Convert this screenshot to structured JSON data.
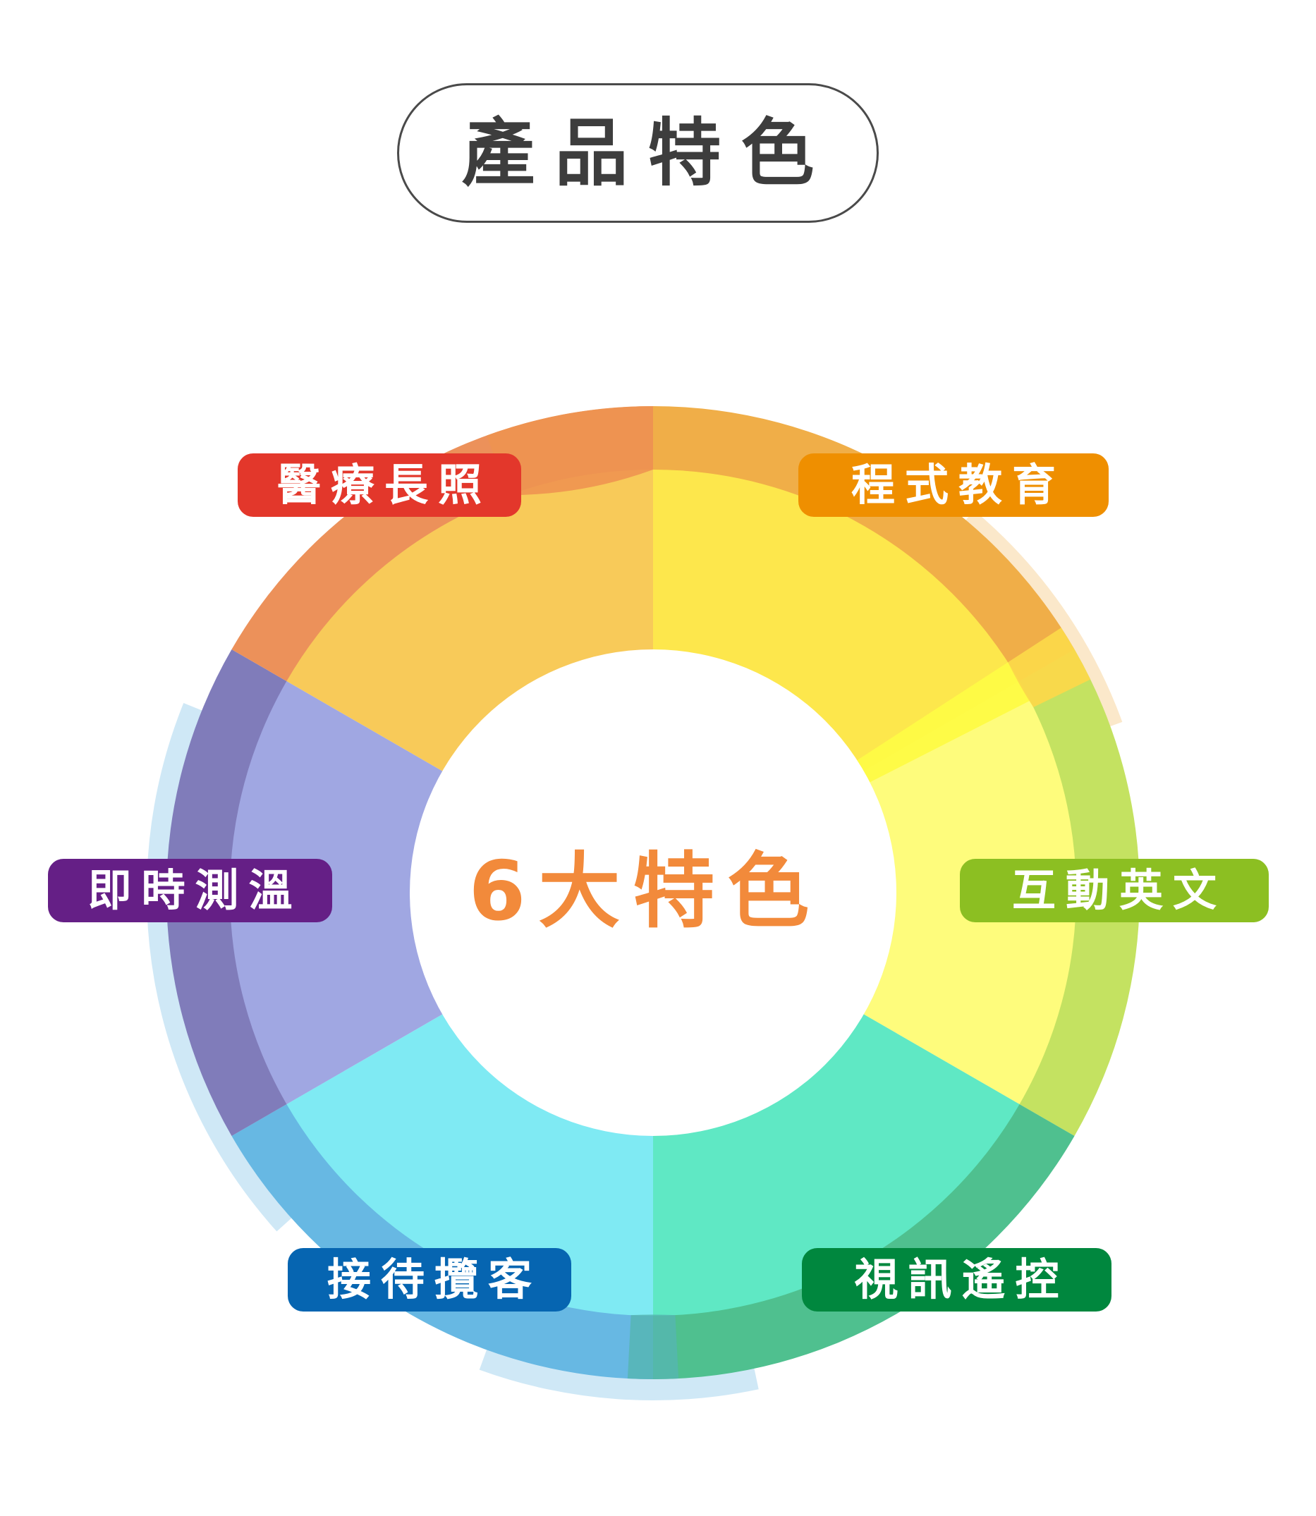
{
  "title": "產品特色",
  "center_label": "6大特色",
  "features": [
    {
      "key": "coding",
      "label": "程式教育",
      "badge_color": "#ef8f00",
      "inner_color": "#fde74c",
      "outer_color": "#f0ae48"
    },
    {
      "key": "english",
      "label": "互動英文",
      "badge_color": "#8cbf22",
      "inner_color": "#fefc7c",
      "outer_color": "#c4e261"
    },
    {
      "key": "video",
      "label": "視訊遙控",
      "badge_color": "#00873e",
      "inner_color": "#5fe8c4",
      "outer_color": "#4fc08f"
    },
    {
      "key": "reception",
      "label": "接待攬客",
      "badge_color": "#0665b1",
      "inner_color": "#7feaf3",
      "outer_color": "#67b8e3"
    },
    {
      "key": "temp",
      "label": "即時測溫",
      "badge_color": "#651f86",
      "inner_color": "#a0a7e2",
      "outer_color": "#807cba"
    },
    {
      "key": "medical",
      "label": "醫療長照",
      "badge_color": "#e3372b",
      "inner_color": "#f8ca59",
      "outer_color": "#ec915a"
    }
  ]
}
